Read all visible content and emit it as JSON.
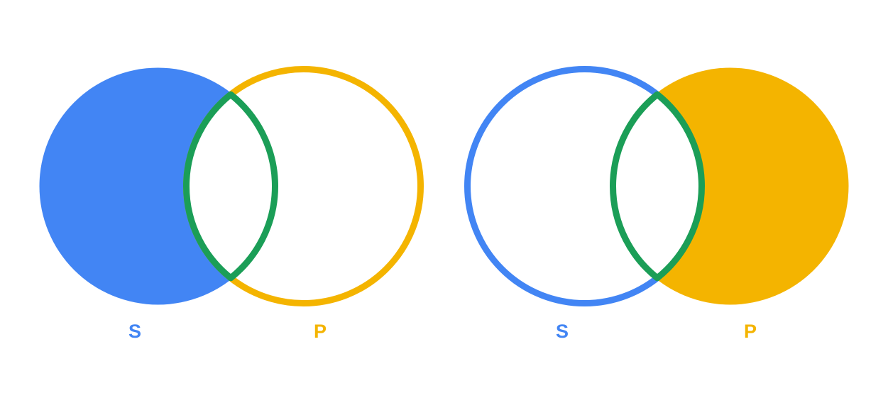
{
  "page": {
    "background": "#ffffff",
    "description": "Two Venn diagrams of sets S and P with highlighted intersection"
  },
  "colors": {
    "blue": "#4285F4",
    "yellow": "#F4B400",
    "green": "#1B9E57",
    "white": "#ffffff",
    "none": "none"
  },
  "diagrams": [
    {
      "id": "venn-left",
      "s_label": "S",
      "p_label": "P",
      "s_style": "filled",
      "p_style": "outlined",
      "intersection_style": "green-outline-white-fill"
    },
    {
      "id": "venn-right",
      "s_label": "S",
      "p_label": "P",
      "s_style": "outlined",
      "p_style": "filled",
      "intersection_style": "green-outline-white-fill"
    }
  ]
}
